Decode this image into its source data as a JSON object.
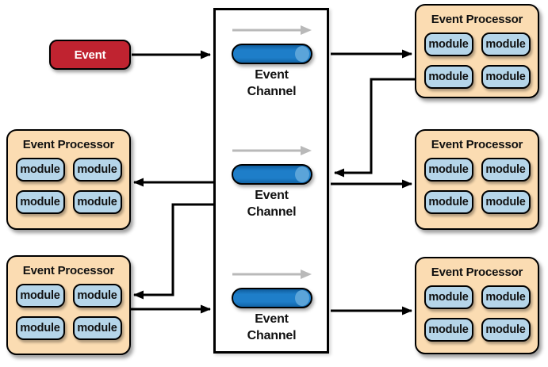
{
  "diagram": {
    "event": {
      "label": "Event"
    },
    "channel": {
      "line1": "Event",
      "line2": "Channel"
    },
    "processor": {
      "title": "Event Processor",
      "module_label": "module"
    }
  },
  "colors": {
    "processor_fill": "#fbdcb2",
    "module_fill": "#b5d5e9",
    "event_fill": "#c02330",
    "event_text": "#ffffff",
    "channel_body": "#1e7ec9",
    "channel_cap": "#5ba4d9",
    "connector": "#000000",
    "flow_arrow": "#b9b9b9"
  }
}
